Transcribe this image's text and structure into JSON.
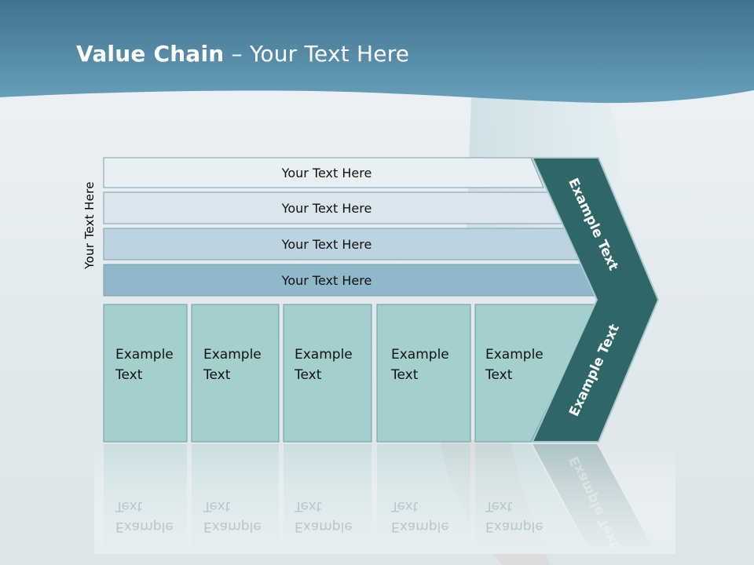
{
  "slide": {
    "title_bold": "Value Chain",
    "title_rest": " – Your Text Here",
    "side_label": "Your Text Here",
    "support_bars": [
      "Your Text Here",
      "Your Text Here",
      "Your Text Here",
      "Your Text Here"
    ],
    "primary_cells": [
      {
        "line1": "Example",
        "line2": "Text"
      },
      {
        "line1": "Example",
        "line2": "Text"
      },
      {
        "line1": "Example",
        "line2": "Text"
      },
      {
        "line1": "Example",
        "line2": "Text"
      },
      {
        "line1": "Example",
        "line2": "Text"
      }
    ],
    "chevron_top": "Example Text",
    "chevron_bottom": "Example Text",
    "chevron_reflection": "Example Text"
  },
  "colors": {
    "header": "#4f8aa6",
    "chevron": "#2f6667",
    "cells": "#a4cfcf",
    "bar1": "#e9f0f4",
    "bar2": "#d9e6ee",
    "bar3": "#bdd4e0",
    "bar4": "#8fb8cb"
  }
}
